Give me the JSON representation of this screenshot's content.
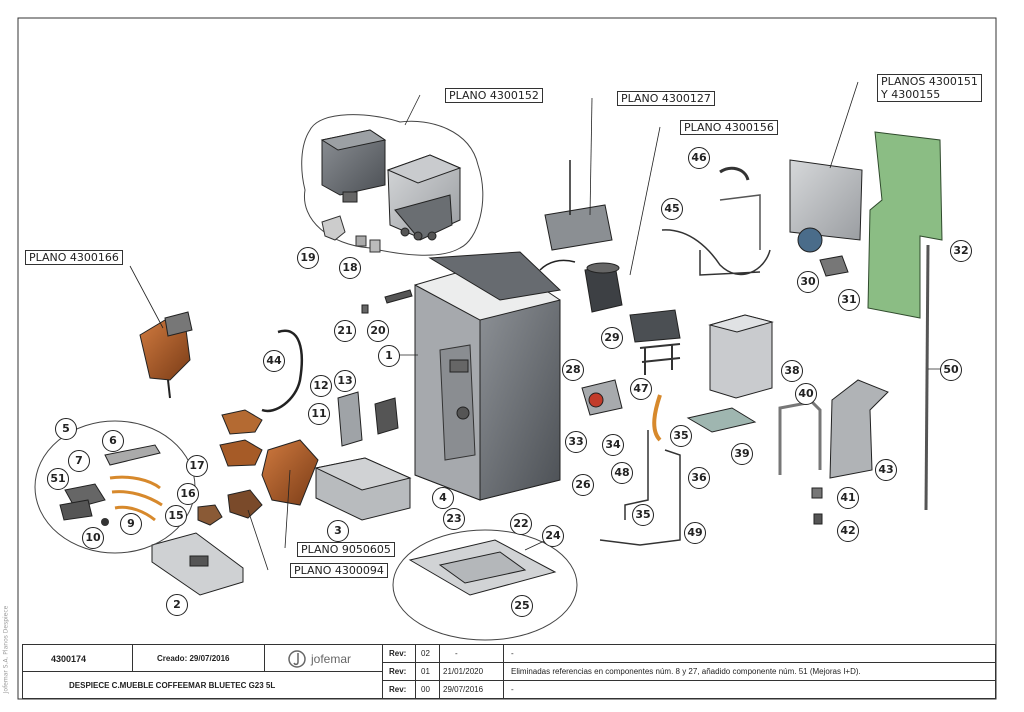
{
  "side_credit": "Jofemar S.A. Planos Despiece",
  "planos": {
    "p152": "PLANO 4300152",
    "p127": "PLANO 4300127",
    "p156": "PLANO 4300156",
    "p151_line1": "PLANOS 4300151",
    "p151_line2": "Y 4300155",
    "p166": "PLANO 4300166",
    "p9050605": "PLANO 9050605",
    "p094": "PLANO 4300094"
  },
  "callouts": {
    "n1": "1",
    "n2": "2",
    "n3": "3",
    "n4": "4",
    "n5": "5",
    "n6": "6",
    "n7": "7",
    "n9": "9",
    "n10": "10",
    "n11": "11",
    "n12": "12",
    "n13": "13",
    "n15": "15",
    "n16": "16",
    "n17": "17",
    "n18": "18",
    "n19": "19",
    "n20": "20",
    "n21": "21",
    "n22": "22",
    "n23": "23",
    "n24": "24",
    "n25": "25",
    "n26": "26",
    "n28": "28",
    "n29": "29",
    "n30": "30",
    "n31": "31",
    "n32": "32",
    "n33": "33",
    "n34": "34",
    "n35a": "35",
    "n35b": "35",
    "n36": "36",
    "n38": "38",
    "n39": "39",
    "n40": "40",
    "n41": "41",
    "n42": "42",
    "n43": "43",
    "n44": "44",
    "n45": "45",
    "n46": "46",
    "n47": "47",
    "n48": "48",
    "n49": "49",
    "n50": "50",
    "n51": "51"
  },
  "title_block": {
    "code": "4300174",
    "created": "Creado: 29/07/2016",
    "logo_text": "jofemar",
    "description": "DESPIECE C.MUEBLE COFFEEMAR BLUETEC G23 5L",
    "rev_label": "Rev:",
    "rows": [
      {
        "rev": "02",
        "date": "-",
        "text": "-"
      },
      {
        "rev": "01",
        "date": "21/01/2020",
        "text": "Eliminadas referencias en componentes núm. 8 y 27, añadido componente núm. 51 (Mejoras I+D)."
      },
      {
        "rev": "00",
        "date": "29/07/2016",
        "text": "-"
      }
    ]
  },
  "colors": {
    "line": "#333333",
    "metal_dark": "#555a60",
    "metal_light": "#b9bcc0",
    "board_green": "#7fb07a",
    "copper": "#b5622e",
    "orange_tube": "#d7892c"
  }
}
